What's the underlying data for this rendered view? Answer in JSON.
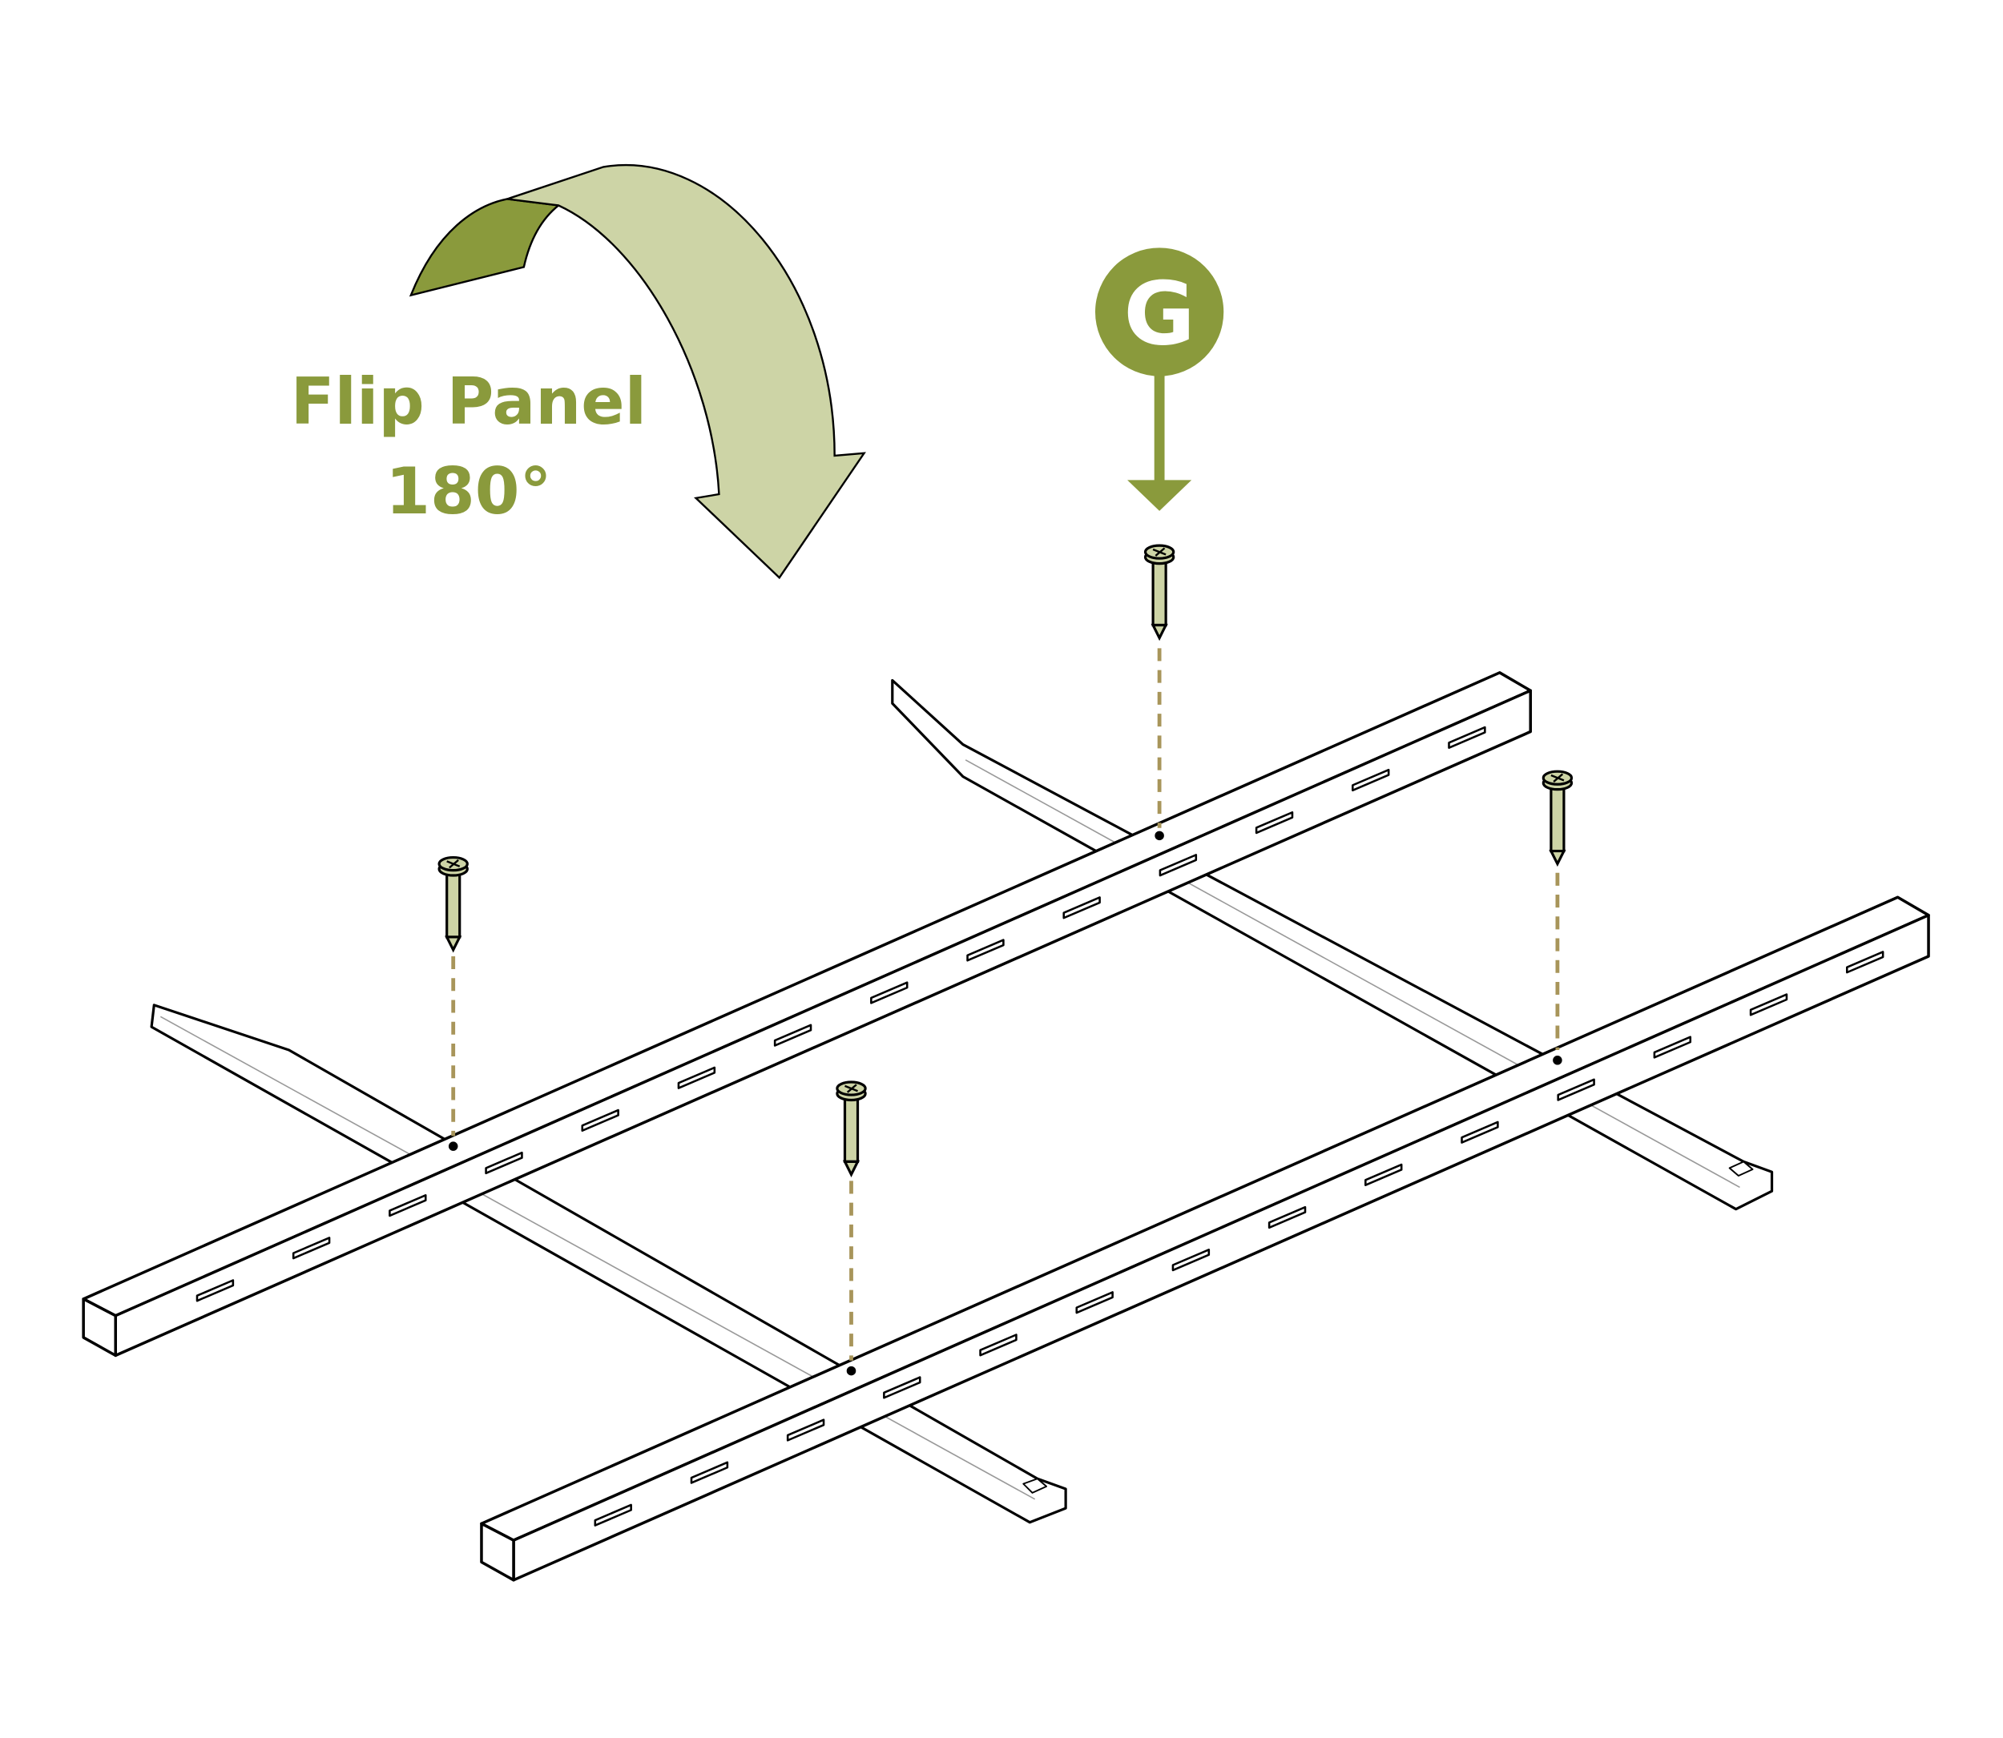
{
  "instruction": {
    "flip_line1": "Flip Panel",
    "flip_line2": "180°"
  },
  "part_badge": {
    "letter": "G"
  },
  "colors": {
    "accent": "#8a9a3c",
    "arrow_light": "#cdd4a6",
    "screw_fill": "#cdd4a6",
    "dash": "#a8955a",
    "outline": "#000000"
  }
}
